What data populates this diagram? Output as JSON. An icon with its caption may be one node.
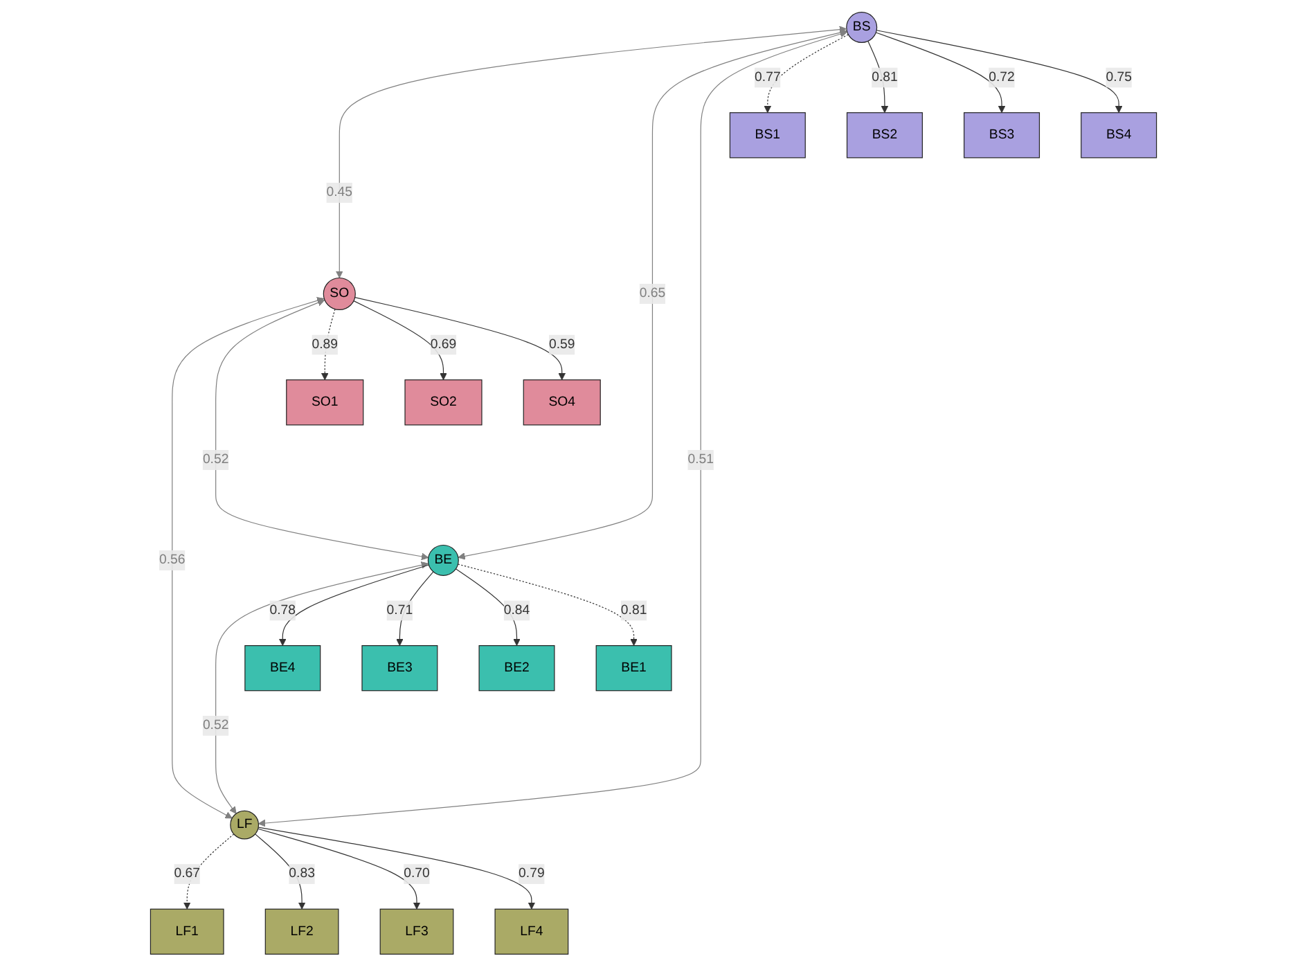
{
  "diagram": {
    "nodes": [
      {
        "text": [
          "BS"
        ]
      },
      {
        "text": [
          "SO"
        ]
      },
      {
        "text": [
          "BE"
        ]
      },
      {
        "text": [
          "LF"
        ]
      },
      {
        "text": [
          "BS1"
        ]
      },
      {
        "text": [
          "BS2"
        ]
      },
      {
        "text": [
          "BS3"
        ]
      },
      {
        "text": [
          "BS4"
        ]
      },
      {
        "text": [
          "SO1"
        ]
      },
      {
        "text": [
          "SO2"
        ]
      },
      {
        "text": [
          "SO4"
        ]
      },
      {
        "text": [
          "LF1"
        ]
      },
      {
        "text": [
          "LF2"
        ]
      },
      {
        "text": [
          "LF3"
        ]
      },
      {
        "text": [
          "LF4"
        ]
      },
      {
        "text": [
          "BE4"
        ]
      },
      {
        "text": [
          "BE3"
        ]
      },
      {
        "text": [
          "BE2"
        ]
      },
      {
        "text": [
          "BE1"
        ]
      }
    ],
    "edges": [
      {
        "from": 0,
        "to": 1,
        "arrow": "both",
        "label": "0.45",
        "color": "#808080"
      },
      {
        "from": 0,
        "to": 2,
        "arrow": "both",
        "label": "0.65",
        "color": "#808080"
      },
      {
        "from": 1,
        "to": 3,
        "arrow": "both",
        "label": "0.56",
        "color": "#808080"
      },
      {
        "from": 2,
        "to": 3,
        "arrow": "both",
        "label": "0.52",
        "color": "#808080"
      },
      {
        "from": 0,
        "to": 3,
        "arrow": "both",
        "label": "0.51",
        "color": "#808080"
      },
      {
        "from": 1,
        "to": 2,
        "arrow": "both",
        "label": "0.52",
        "color": "#808080"
      },
      {
        "from": 0,
        "to": 4,
        "arrow": "to",
        "label": "0.77",
        "style": "dashed"
      },
      {
        "from": 0,
        "to": 5,
        "arrow": "to",
        "label": "0.81"
      },
      {
        "from": 0,
        "to": 6,
        "arrow": "to",
        "label": "0.72"
      },
      {
        "from": 0,
        "to": 7,
        "arrow": "to",
        "label": "0.75"
      },
      {
        "from": 1,
        "to": 8,
        "arrow": "to",
        "label": "0.89",
        "style": "dashed"
      },
      {
        "from": 1,
        "to": 9,
        "arrow": "to",
        "label": "0.69"
      },
      {
        "from": 1,
        "to": 10,
        "arrow": "to",
        "label": "0.59"
      },
      {
        "from": 3,
        "to": 11,
        "arrow": "to",
        "label": "0.67",
        "style": "dashed"
      },
      {
        "from": 3,
        "to": 12,
        "arrow": "to",
        "label": "0.83"
      },
      {
        "from": 3,
        "to": 13,
        "arrow": "to",
        "label": "0.70"
      },
      {
        "from": 3,
        "to": 14,
        "arrow": "to",
        "label": "0.79"
      },
      {
        "from": 2,
        "to": 15,
        "arrow": "to",
        "label": "0.78"
      },
      {
        "from": 2,
        "to": 16,
        "arrow": "to",
        "label": "0.71"
      },
      {
        "from": 2,
        "to": 17,
        "arrow": "to",
        "label": "0.84"
      },
      {
        "from": 2,
        "to": 18,
        "arrow": "to",
        "label": "0.81",
        "style": "dashed"
      }
    ]
  }
}
